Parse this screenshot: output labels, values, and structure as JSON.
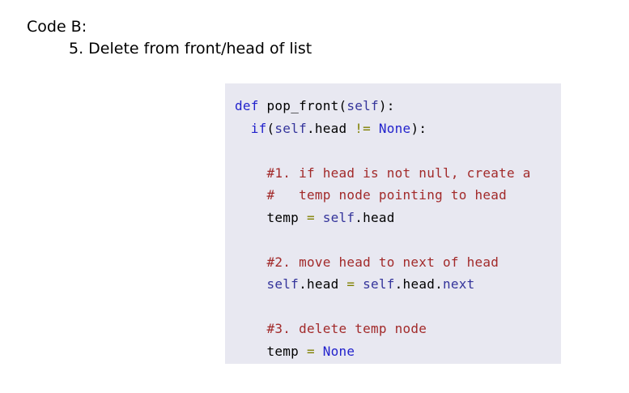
{
  "header": {
    "title": "Code B:",
    "subtitle": "5. Delete from front/head of list"
  },
  "colors": {
    "page_bg": "#ffffff",
    "text": "#000000",
    "code_bg": "#e8e8f1",
    "keyword": "#2222cc",
    "instance": "#34349b",
    "comment": "#a22a2a",
    "operator": "#808000",
    "plain": "#000000"
  },
  "code": {
    "language": "python",
    "lines": [
      [
        {
          "t": "def",
          "c": "keyword"
        },
        {
          "t": " pop_front(",
          "c": "plain"
        },
        {
          "t": "self",
          "c": "instance"
        },
        {
          "t": "):",
          "c": "plain"
        }
      ],
      [
        {
          "t": "  ",
          "c": "plain"
        },
        {
          "t": "if",
          "c": "keyword"
        },
        {
          "t": "(",
          "c": "plain"
        },
        {
          "t": "self",
          "c": "instance"
        },
        {
          "t": ".head ",
          "c": "plain"
        },
        {
          "t": "!=",
          "c": "operator"
        },
        {
          "t": " ",
          "c": "plain"
        },
        {
          "t": "None",
          "c": "keyword"
        },
        {
          "t": "):",
          "c": "plain"
        }
      ],
      [],
      [
        {
          "t": "    ",
          "c": "plain"
        },
        {
          "t": "#1. if head is not null, create a",
          "c": "comment"
        }
      ],
      [
        {
          "t": "    ",
          "c": "plain"
        },
        {
          "t": "#   temp node pointing to head",
          "c": "comment"
        }
      ],
      [
        {
          "t": "    temp ",
          "c": "plain"
        },
        {
          "t": "=",
          "c": "operator"
        },
        {
          "t": " ",
          "c": "plain"
        },
        {
          "t": "self",
          "c": "instance"
        },
        {
          "t": ".head",
          "c": "plain"
        }
      ],
      [],
      [
        {
          "t": "    ",
          "c": "plain"
        },
        {
          "t": "#2. move head to next of head",
          "c": "comment"
        }
      ],
      [
        {
          "t": "    ",
          "c": "plain"
        },
        {
          "t": "self",
          "c": "instance"
        },
        {
          "t": ".head ",
          "c": "plain"
        },
        {
          "t": "=",
          "c": "operator"
        },
        {
          "t": " ",
          "c": "plain"
        },
        {
          "t": "self",
          "c": "instance"
        },
        {
          "t": ".head.",
          "c": "plain"
        },
        {
          "t": "next",
          "c": "instance"
        }
      ],
      [],
      [
        {
          "t": "    ",
          "c": "plain"
        },
        {
          "t": "#3. delete temp node",
          "c": "comment"
        }
      ],
      [
        {
          "t": "    temp ",
          "c": "plain"
        },
        {
          "t": "=",
          "c": "operator"
        },
        {
          "t": " ",
          "c": "plain"
        },
        {
          "t": "None",
          "c": "keyword"
        }
      ]
    ]
  }
}
